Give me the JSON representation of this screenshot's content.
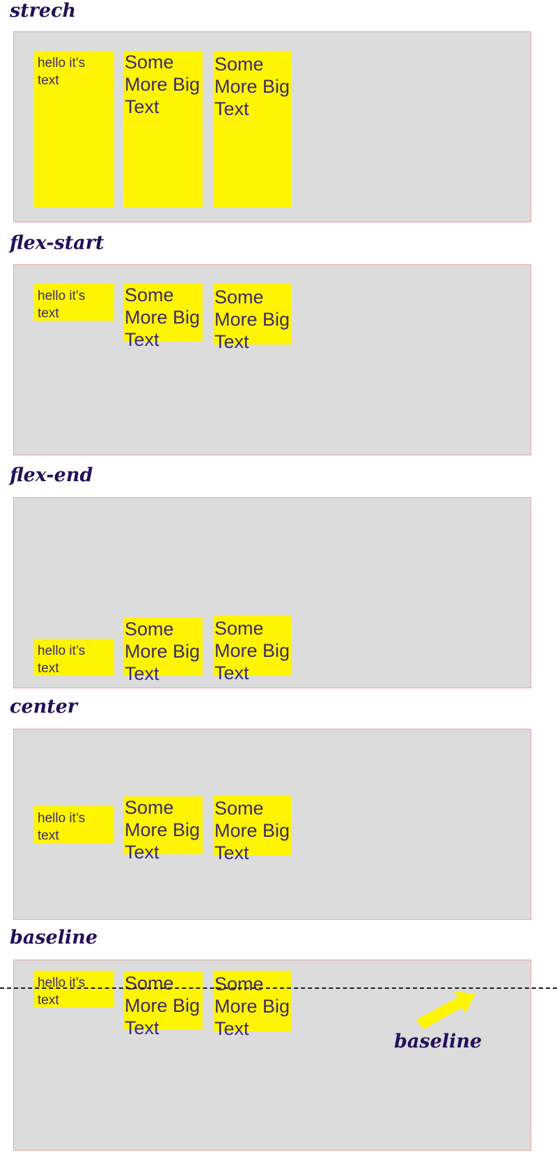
{
  "small_item": {
    "line1": "hello it’s",
    "line2": "text"
  },
  "big_item": {
    "line1": "Some",
    "line2": "More Big",
    "line3": "Text"
  },
  "sections": [
    {
      "title": "strech"
    },
    {
      "title": "flex-start"
    },
    {
      "title": "flex-end"
    },
    {
      "title": "center"
    },
    {
      "title": "baseline"
    }
  ],
  "annotation": {
    "label": "baseline"
  },
  "colors": {
    "container_bg": "#dcdcdc",
    "container_border": "#e8a4a4",
    "item_bg": "#fff500",
    "item_text": "#3c2a6e",
    "heading": "#23105a",
    "arrow": "#fff500",
    "baseline_line": "#1a1a1a"
  }
}
